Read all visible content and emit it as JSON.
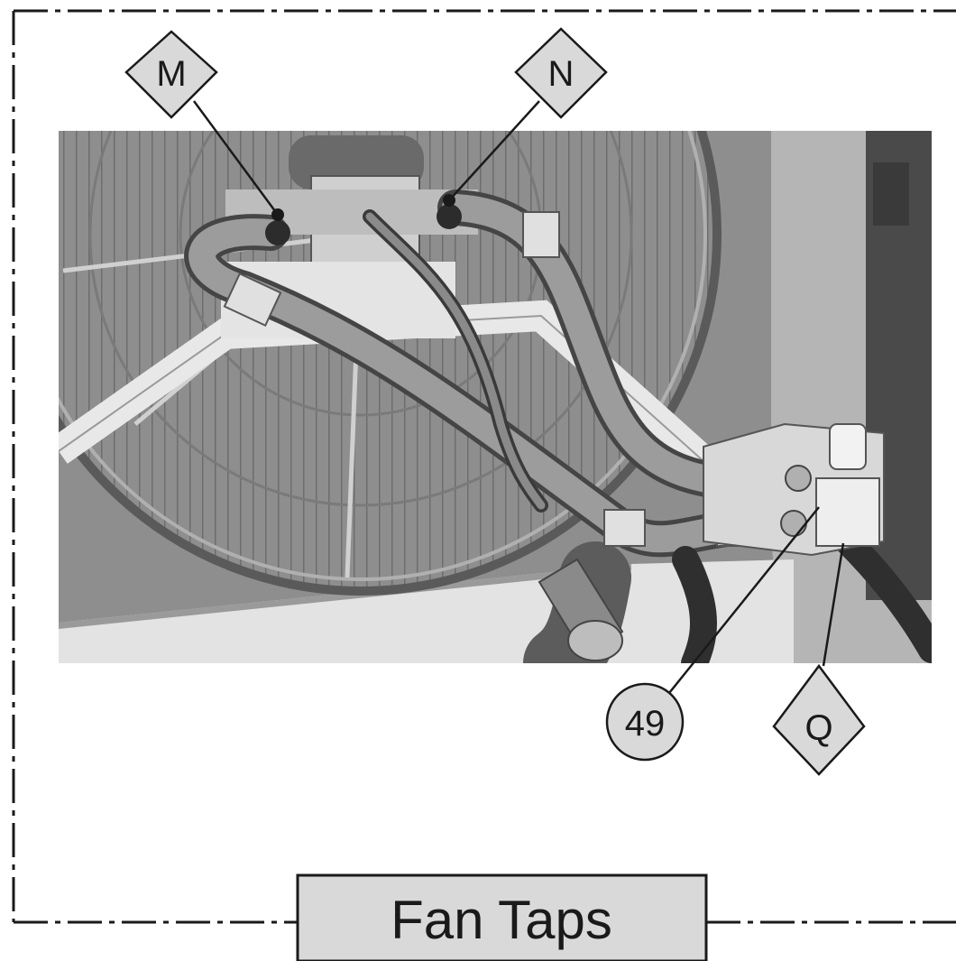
{
  "callouts": {
    "m": "M",
    "n": "N",
    "q": "Q",
    "part_49": "49"
  },
  "caption": "Fan Taps",
  "colors": {
    "frame": "#1a1a1a",
    "photo_background": "#8c8c8c",
    "caption_fill": "#d9d9d9",
    "label_fill": "#d9d9d9"
  }
}
